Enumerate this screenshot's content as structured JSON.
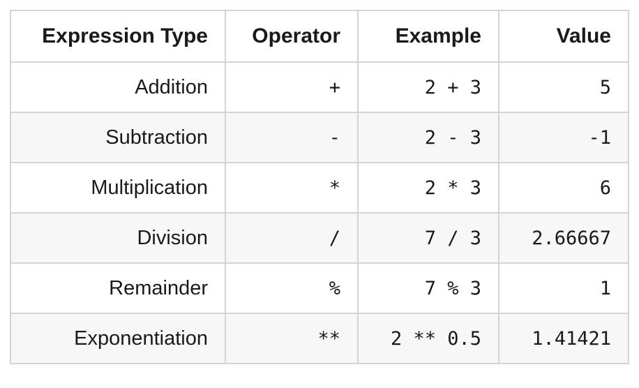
{
  "table": {
    "headers": [
      "Expression Type",
      "Operator",
      "Example",
      "Value"
    ],
    "rows": [
      {
        "type": "Addition",
        "operator": "+",
        "example": "2 + 3",
        "value": "5"
      },
      {
        "type": "Subtraction",
        "operator": "-",
        "example": "2 - 3",
        "value": "-1"
      },
      {
        "type": "Multiplication",
        "operator": "*",
        "example": "2 * 3",
        "value": "6"
      },
      {
        "type": "Division",
        "operator": "/",
        "example": "7 / 3",
        "value": "2.66667"
      },
      {
        "type": "Remainder",
        "operator": "%",
        "example": "7 % 3",
        "value": "1"
      },
      {
        "type": "Exponentiation",
        "operator": "**",
        "example": "2 ** 0.5",
        "value": "1.41421"
      }
    ]
  }
}
